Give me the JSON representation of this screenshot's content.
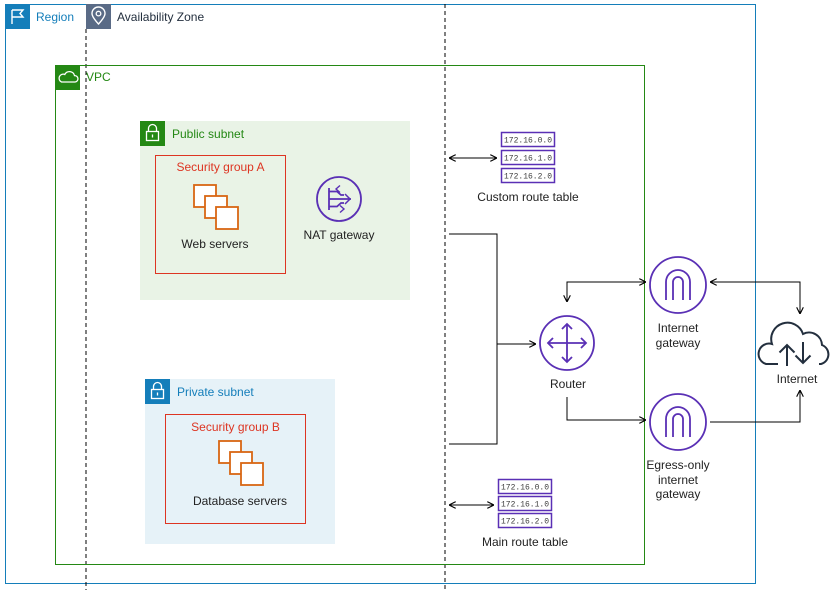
{
  "region": {
    "label": "Region"
  },
  "az": {
    "label": "Availability Zone"
  },
  "vpc": {
    "label": "VPC"
  },
  "public_subnet": {
    "label": "Public subnet"
  },
  "private_subnet": {
    "label": "Private subnet"
  },
  "sg_a": {
    "label": "Security group A",
    "content": "Web servers"
  },
  "sg_b": {
    "label": "Security group B",
    "content": "Database servers"
  },
  "nat": {
    "label": "NAT gateway"
  },
  "custom_route_table": {
    "label": "Custom route table",
    "entries": [
      "172.16.0.0",
      "172.16.1.0",
      "172.16.2.0"
    ]
  },
  "main_route_table": {
    "label": "Main route table",
    "entries": [
      "172.16.0.0",
      "172.16.1.0",
      "172.16.2.0"
    ]
  },
  "router": {
    "label": "Router"
  },
  "igw": {
    "label_line1": "Internet",
    "label_line2": "gateway"
  },
  "eigw": {
    "label_line1": "Egress-only",
    "label_line2": "internet",
    "label_line3": "gateway"
  },
  "internet": {
    "label": "Internet"
  },
  "colors": {
    "region": "#147eba",
    "vpc": "#248814",
    "public_fill": "#e9f3e6",
    "private_fill": "#e6f2f8",
    "private_accent": "#147eba",
    "security_group": "#dd3522",
    "compute": "#d86613",
    "purple": "#8c4fff",
    "purple_dark": "#5a30b5",
    "az_gray": "#5a6b86"
  }
}
